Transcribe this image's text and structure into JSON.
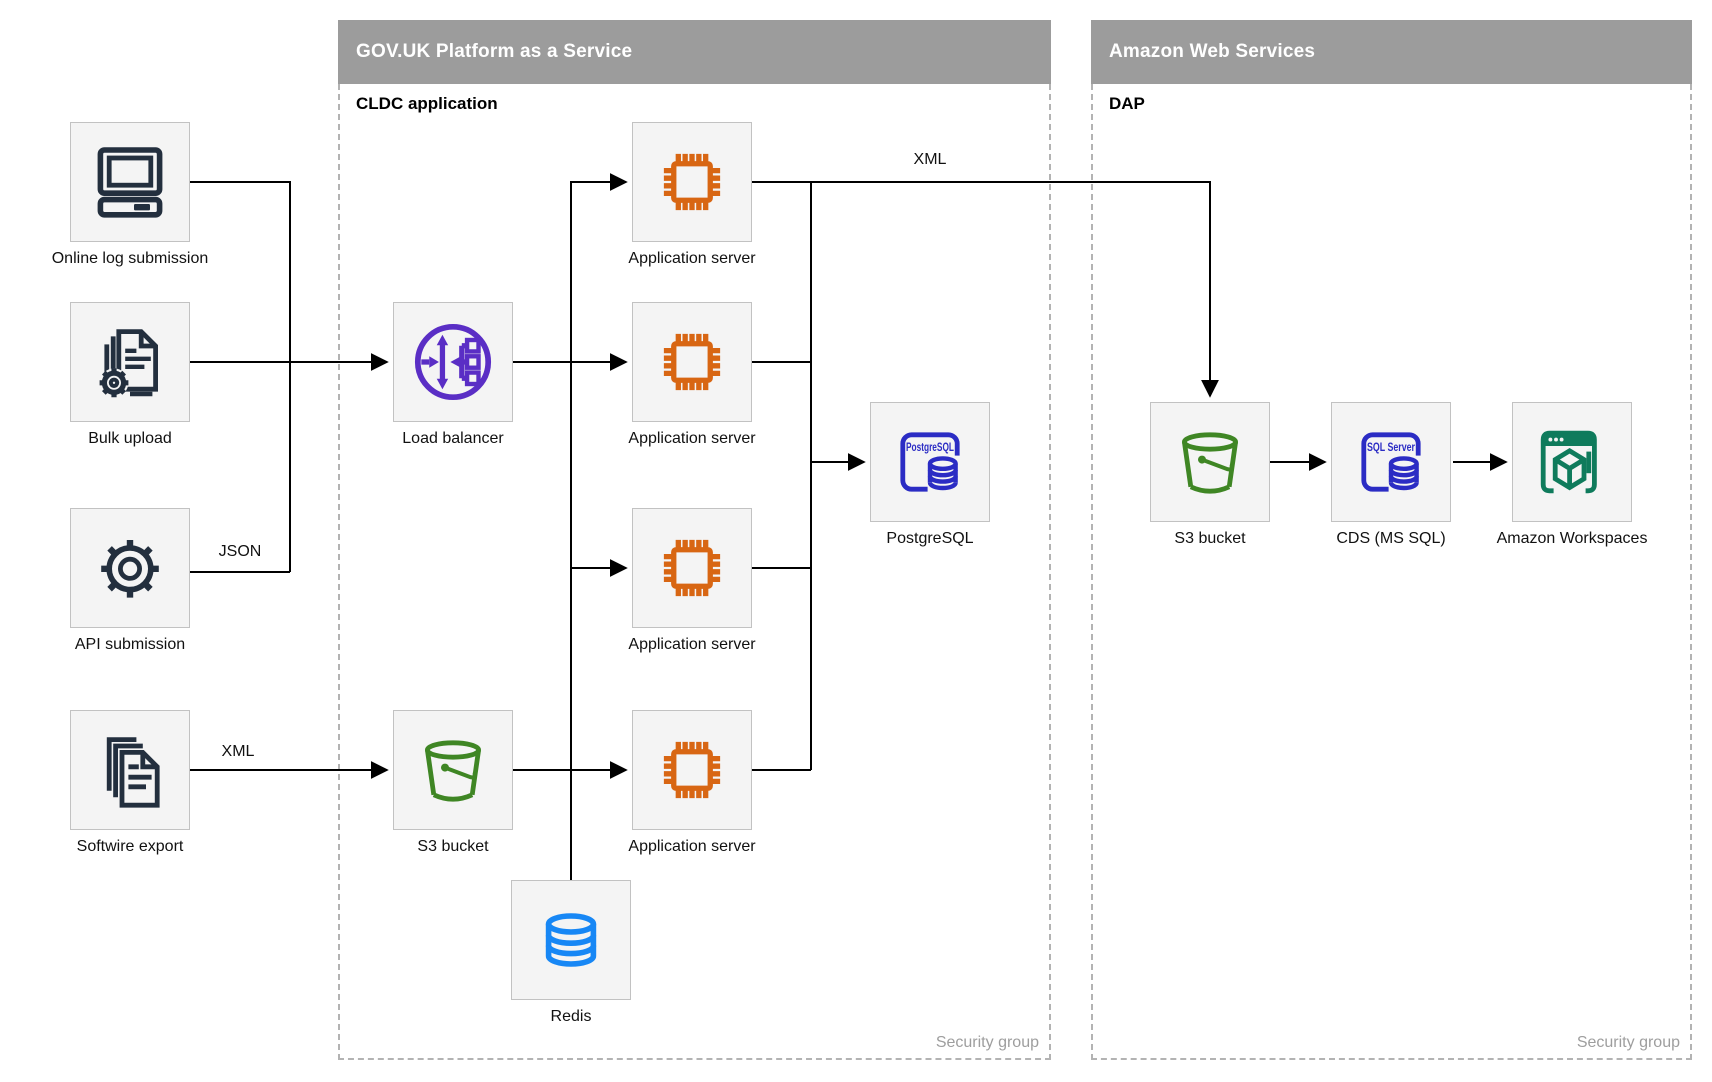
{
  "containers": [
    {
      "id": "paas",
      "title": "GOV.UK Platform as a Service",
      "sublabel": "CLDC application",
      "footer": "Security group"
    },
    {
      "id": "aws",
      "title": "Amazon Web Services",
      "sublabel": "DAP",
      "footer": "Security group"
    }
  ],
  "nodes": [
    {
      "id": "online-log-submission",
      "label": "Online log submission",
      "icon": "desktop-computer-icon",
      "color": "#232F3E"
    },
    {
      "id": "bulk-upload",
      "label": "Bulk upload",
      "icon": "document-gear-icon",
      "color": "#232F3E"
    },
    {
      "id": "api-submission",
      "label": "API submission",
      "icon": "gear-icon",
      "color": "#232F3E"
    },
    {
      "id": "softwire-export",
      "label": "Softwire export",
      "icon": "documents-stack-icon",
      "color": "#232F3E"
    },
    {
      "id": "load-balancer",
      "label": "Load balancer",
      "icon": "load-balancer-icon",
      "color": "#5A2EC5"
    },
    {
      "id": "app-server-1",
      "label": "Application server",
      "icon": "chip-icon",
      "color": "#D86613"
    },
    {
      "id": "app-server-2",
      "label": "Application server",
      "icon": "chip-icon",
      "color": "#D86613"
    },
    {
      "id": "app-server-3",
      "label": "Application server",
      "icon": "chip-icon",
      "color": "#D86613"
    },
    {
      "id": "app-server-4",
      "label": "Application server",
      "icon": "chip-icon",
      "color": "#D86613"
    },
    {
      "id": "postgresql",
      "label": "PostgreSQL",
      "icon": "database-badge-icon",
      "color": "#2B2CC4",
      "badge": "PostgreSQL"
    },
    {
      "id": "s3-bucket-paas",
      "label": "S3 bucket",
      "icon": "s3-bucket-icon",
      "color": "#3F8624"
    },
    {
      "id": "redis",
      "label": "Redis",
      "icon": "redis-cylinder-icon",
      "color": "#1787F5"
    },
    {
      "id": "s3-bucket-aws",
      "label": "S3 bucket",
      "icon": "s3-bucket-icon",
      "color": "#3F8624"
    },
    {
      "id": "cds-mssql",
      "label": "CDS (MS SQL)",
      "icon": "database-badge-icon",
      "color": "#2B2CC4",
      "badge": "SQL Server"
    },
    {
      "id": "amazon-workspaces",
      "label": "Amazon Workspaces",
      "icon": "workspaces-icon",
      "color": "#0F7B5C"
    }
  ],
  "edge_labels": [
    {
      "id": "json-label",
      "text": "JSON"
    },
    {
      "id": "xml-label-softwire",
      "text": "XML"
    },
    {
      "id": "xml-label-top",
      "text": "XML"
    }
  ]
}
